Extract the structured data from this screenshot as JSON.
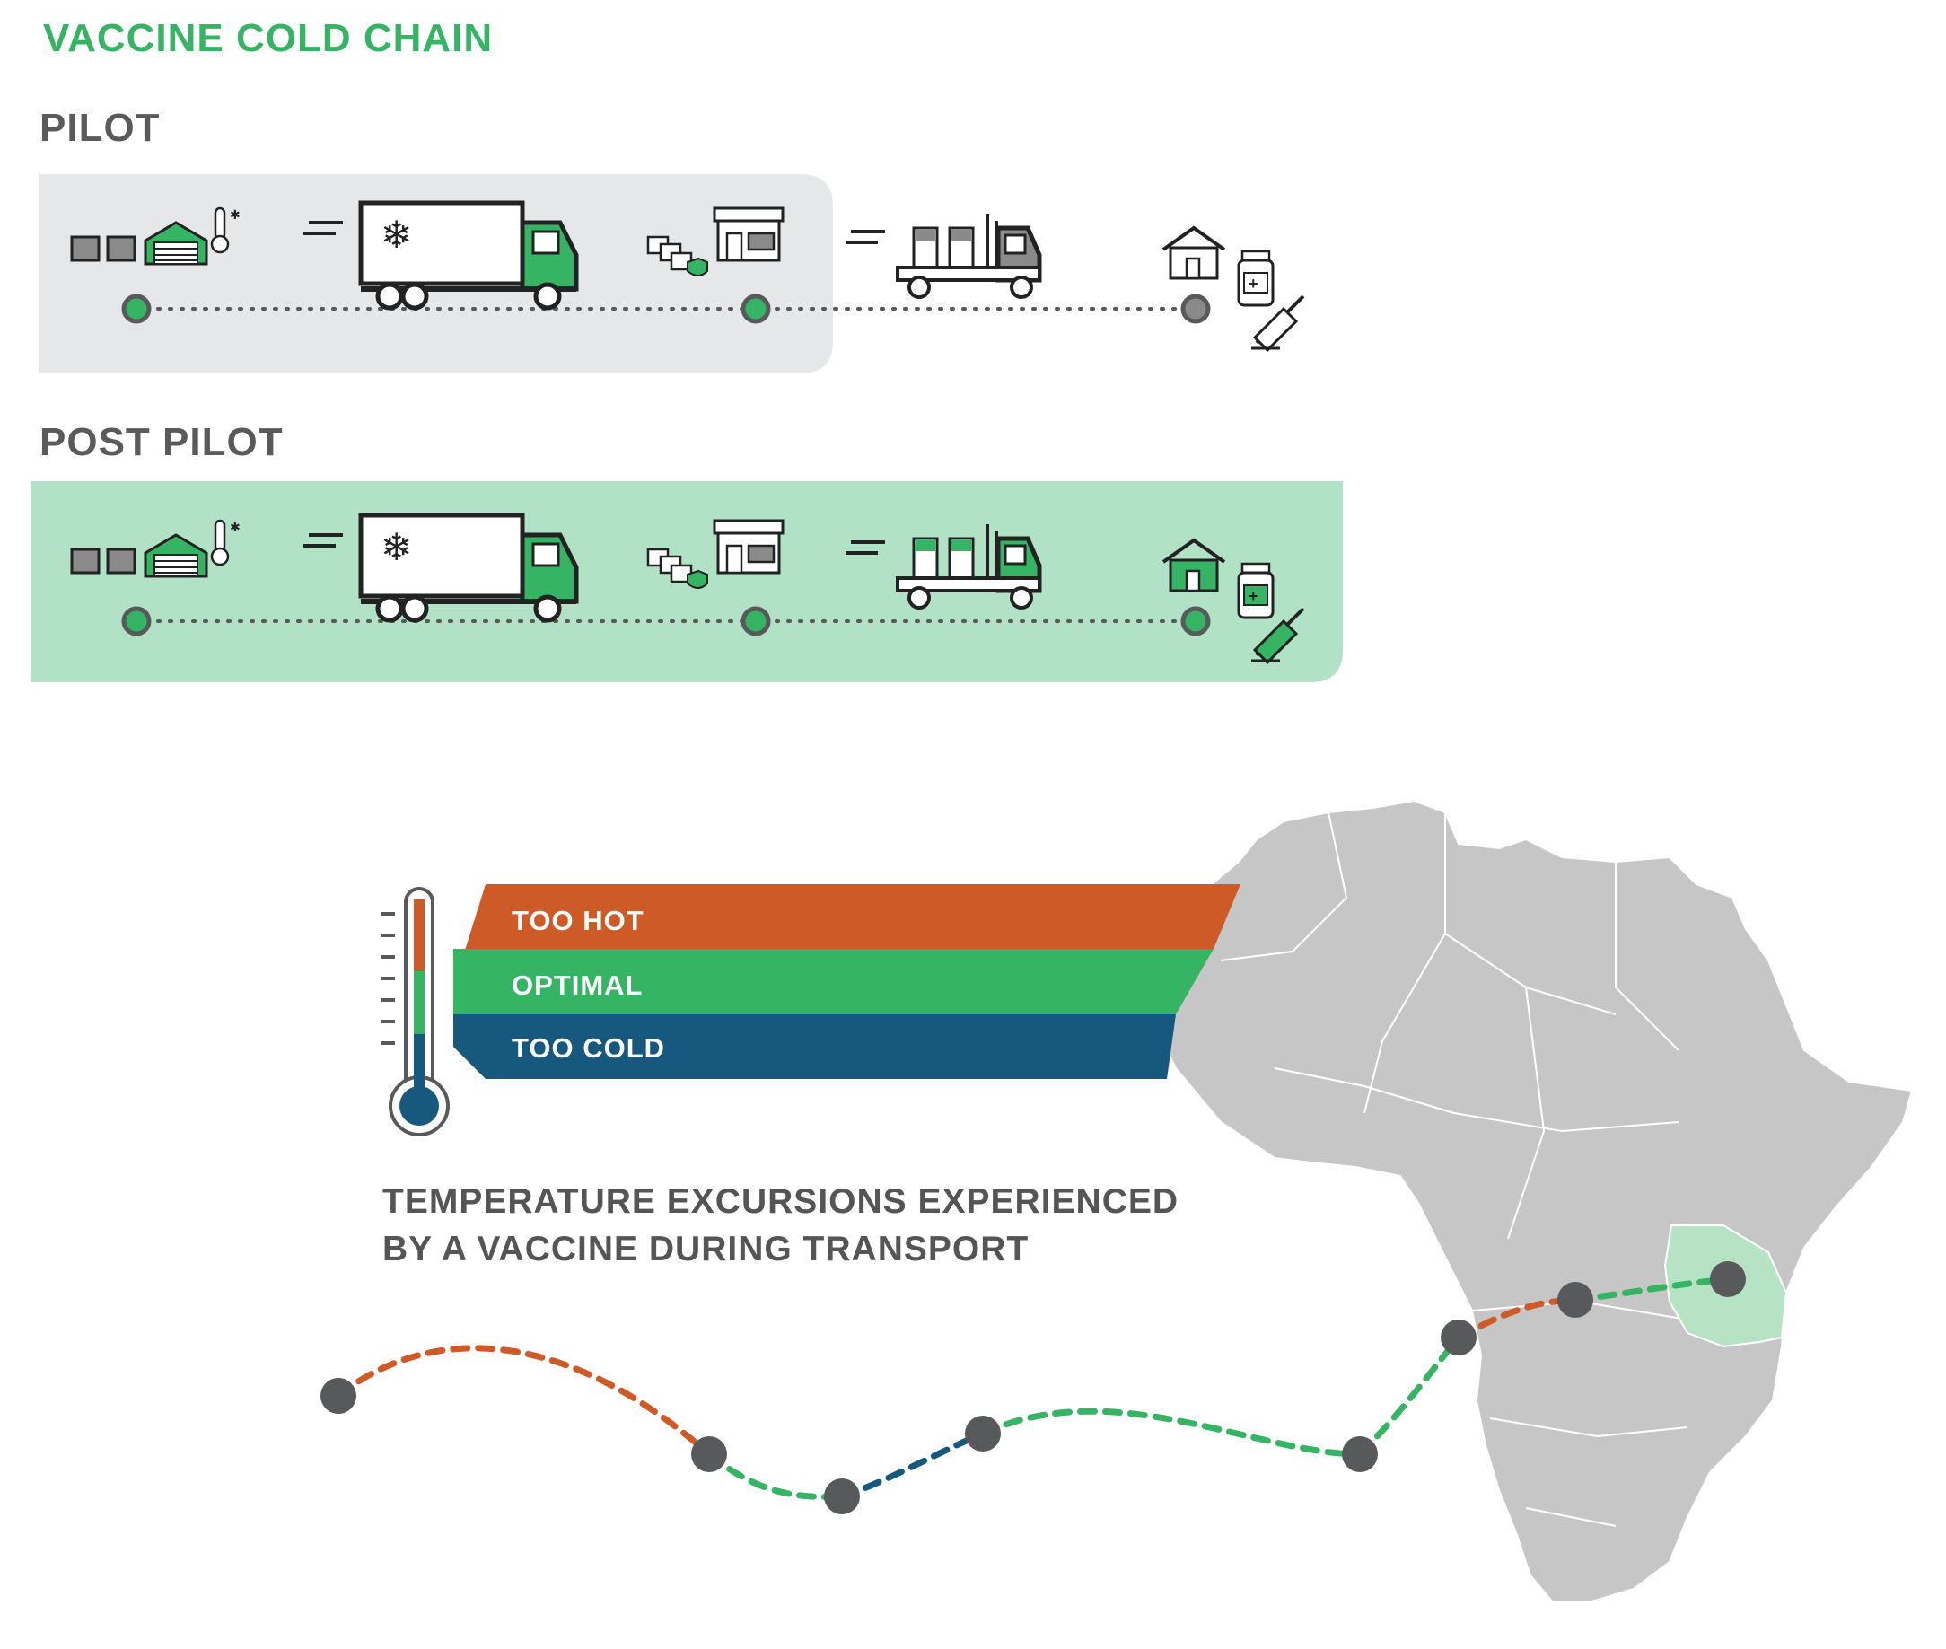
{
  "title": "VACCINE COLD CHAIN",
  "pilot_label": "PILOT",
  "post_pilot_label": "POST PILOT",
  "bands": {
    "too_hot": "TOO HOT",
    "optimal": "OPTIMAL",
    "too_cold": "TOO COLD"
  },
  "caption_line1": "TEMPERATURE EXCURSIONS EXPERIENCED",
  "caption_line2": "BY A VACCINE DURING TRANSPORT",
  "colors": {
    "green": "#35b464",
    "light_green": "#b2e2c5",
    "grey_panel": "#e6e7e8",
    "orange": "#cd5a27",
    "blue": "#17587e",
    "node": "#58595b",
    "map": "#c6c6c6",
    "highlight_country": "#b6e3c4"
  },
  "icons": [
    "warehouse-icon",
    "thermometer-icon",
    "refrigerated-truck-icon",
    "boxes-icon",
    "store-icon",
    "flatbed-truck-icon",
    "clinic-icon",
    "vaccine-vial-icon",
    "syringe-icon",
    "africa-map"
  ]
}
